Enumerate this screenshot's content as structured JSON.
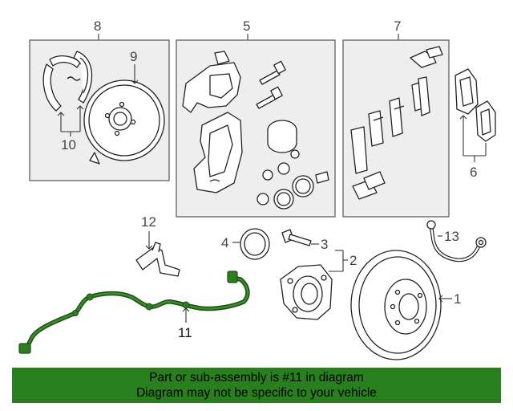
{
  "callouts": {
    "n1": "1",
    "n2": "2",
    "n3": "3",
    "n4": "4",
    "n5": "5",
    "n6": "6",
    "n7": "7",
    "n8": "8",
    "n9": "9",
    "n10": "10",
    "n11": "11",
    "n12": "12",
    "n13": "13"
  },
  "highlight_color": "#2f7d22",
  "banner": {
    "line1": "Part or sub-assembly is #11 in diagram",
    "line2": "Diagram may not be specific to your vehicle",
    "color": "#297f1d"
  }
}
